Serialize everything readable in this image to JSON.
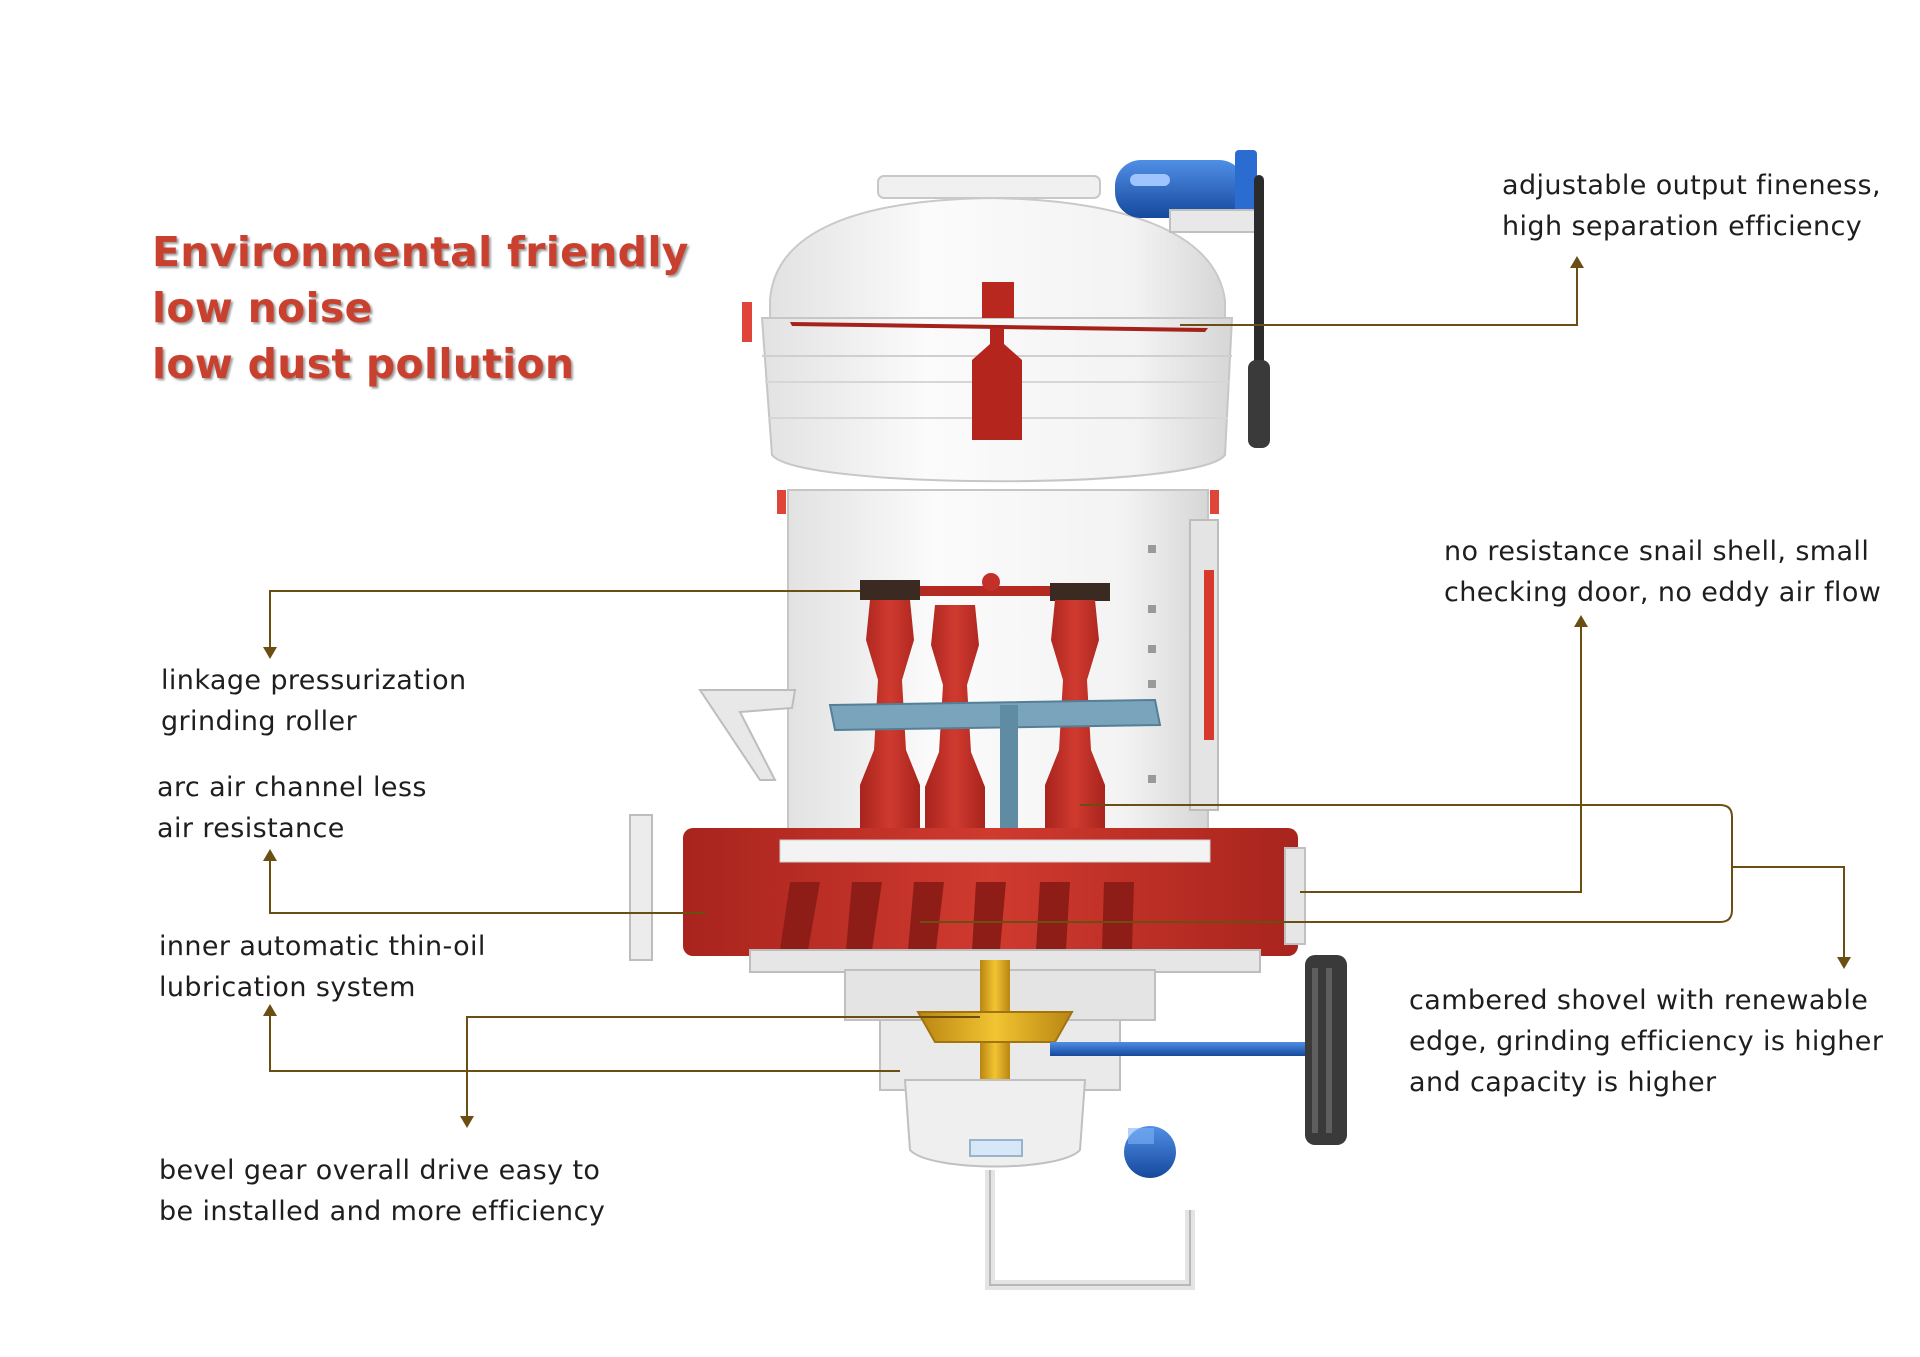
{
  "headline": {
    "lines": [
      "Environmental friendly",
      "low noise",
      "low dust pollution"
    ],
    "color": "#c9402e"
  },
  "callouts": [
    {
      "id": "separator",
      "lines": [
        "adjustable output fineness,",
        "high separation efficiency"
      ]
    },
    {
      "id": "snail-shell",
      "lines": [
        "no resistance snail shell, small",
        "checking door, no eddy air flow"
      ]
    },
    {
      "id": "grinding-roller",
      "lines": [
        "linkage pressurization",
        "grinding roller"
      ]
    },
    {
      "id": "air-channel",
      "lines": [
        "arc air channel less",
        "air resistance"
      ]
    },
    {
      "id": "lubrication",
      "lines": [
        "inner automatic thin-oil",
        "lubrication system"
      ]
    },
    {
      "id": "shovel",
      "lines": [
        "cambered shovel with renewable",
        "edge, grinding efficiency is higher",
        "and capacity is higher"
      ]
    },
    {
      "id": "bevel-gear",
      "lines": [
        "bevel gear overall drive easy to",
        "be installed and more efficiency"
      ]
    }
  ],
  "colors": {
    "leader_line": "#6b4f12",
    "machine_body": "#eeeeee",
    "machine_red": "#c0322a",
    "motor_blue": "#1f63c9",
    "gear_gold": "#d9a520",
    "platform_blue": "#6e9bb3"
  }
}
